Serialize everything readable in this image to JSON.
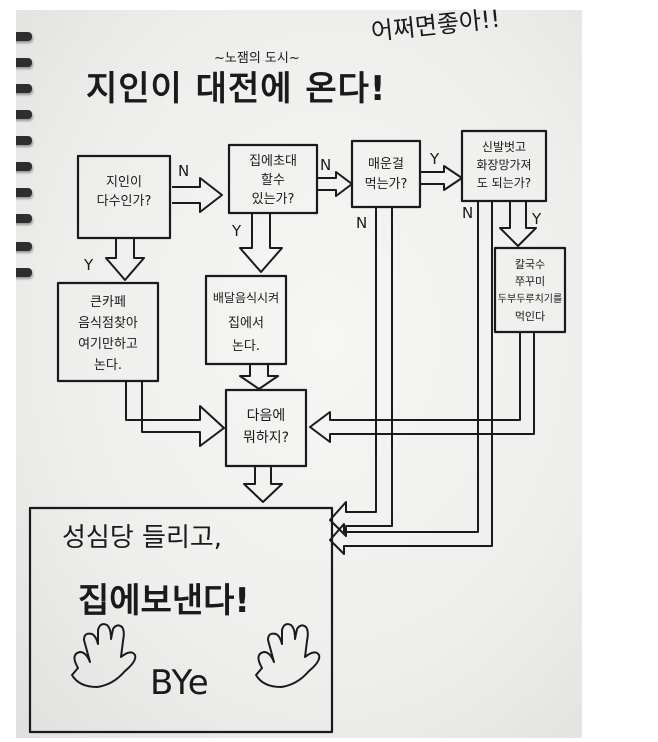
{
  "header": {
    "top_right_text": "어쩌면좋아!!",
    "subtitle": "~노잼의 도시~",
    "title": "지인이 대전에 온다!"
  },
  "nodes": {
    "start": {
      "lines": [
        "지인이",
        "다수인가?"
      ]
    },
    "invite": {
      "lines": [
        "집에초대",
        "할수",
        "있는가?"
      ]
    },
    "spicy": {
      "lines": [
        "매운걸",
        "먹는가?"
      ]
    },
    "barefoot": {
      "lines": [
        "신발벗고",
        "화장망가져",
        "도 되는가?"
      ]
    },
    "bigcafe": {
      "lines": [
        "큰카페",
        "음식점찾아",
        "여기만하고",
        "논다."
      ]
    },
    "delivery": {
      "lines": [
        "배달음식시켜",
        "집에서",
        "논다."
      ]
    },
    "kalguksu": {
      "lines": [
        "칼국수",
        "쭈꾸미",
        "두부두루치기를",
        "먹인다"
      ]
    },
    "next": {
      "lines": [
        "다음에",
        "뭐하지?"
      ]
    },
    "end": {
      "lines": [
        "성심당 들리고,",
        "집에보낸다!",
        "BYe"
      ]
    }
  },
  "edge_labels": {
    "yes": "Y",
    "no": "N"
  }
}
